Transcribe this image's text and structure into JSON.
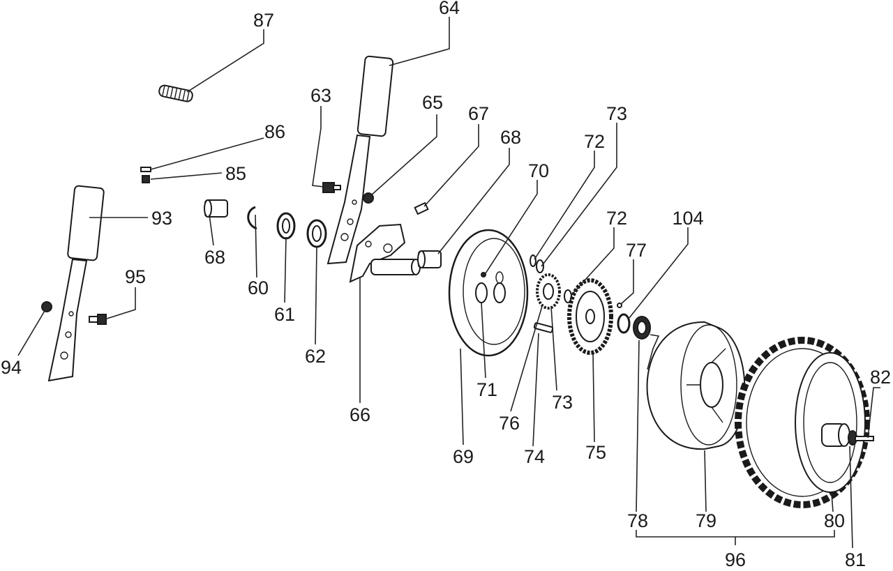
{
  "diagram": {
    "labels": {
      "l60": "60",
      "l61": "61",
      "l62": "62",
      "l63": "63",
      "l64": "64",
      "l65": "65",
      "l66": "66",
      "l67": "67",
      "l68a": "68",
      "l68b": "68",
      "l69": "69",
      "l70": "70",
      "l71": "71",
      "l72a": "72",
      "l72b": "72",
      "l73a": "73",
      "l73b": "73",
      "l74": "74",
      "l75": "75",
      "l76": "76",
      "l77": "77",
      "l78": "78",
      "l79": "79",
      "l80": "80",
      "l81": "81",
      "l82": "82",
      "l85": "85",
      "l86": "86",
      "l87": "87",
      "l93": "93",
      "l94": "94",
      "l95": "95",
      "l96": "96",
      "l104": "104"
    }
  }
}
